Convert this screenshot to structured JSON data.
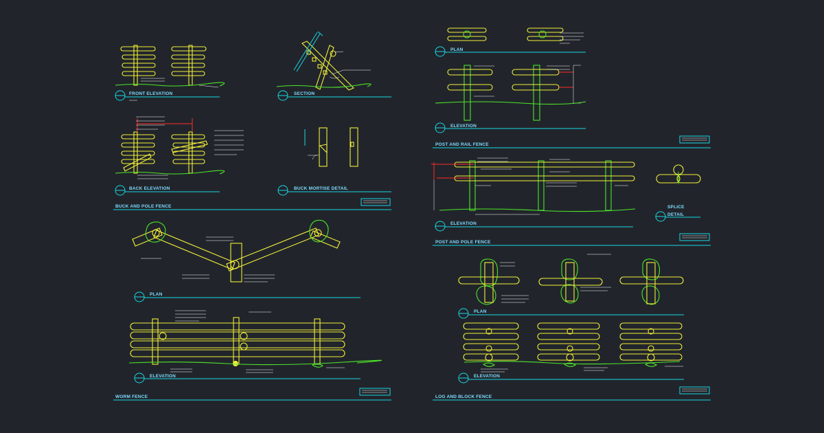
{
  "colors": {
    "background": "#21252b",
    "member": "#f4f03a",
    "ground": "#4ee62a",
    "title_line": "#19d6e6",
    "dimension": "#ff2a2a",
    "note": "#ffffff"
  },
  "labels": {
    "front_elevation": "FRONT ELEVATION",
    "section": "SECTION",
    "back_elevation": "BACK ELEVATION",
    "buck_mortise_detail": "BUCK MORTISE DETAIL",
    "buck_pole_fence": "BUCK AND POLE FENCE",
    "worm_plan": "PLAN",
    "worm_elevation": "ELEVATION",
    "worm_fence": "WORM FENCE",
    "pr_plan": "PLAN",
    "pr_elevation": "ELEVATION",
    "post_rail_fence": "POST AND RAIL FENCE",
    "pp_elevation": "ELEVATION",
    "splice": "SPLICE",
    "splice_detail": "DETAIL",
    "post_pole_fence": "POST AND POLE FENCE",
    "lb_plan": "PLAN",
    "lb_elevation": "ELEVATION",
    "log_block_fence": "LOG AND BLOCK FENCE"
  }
}
